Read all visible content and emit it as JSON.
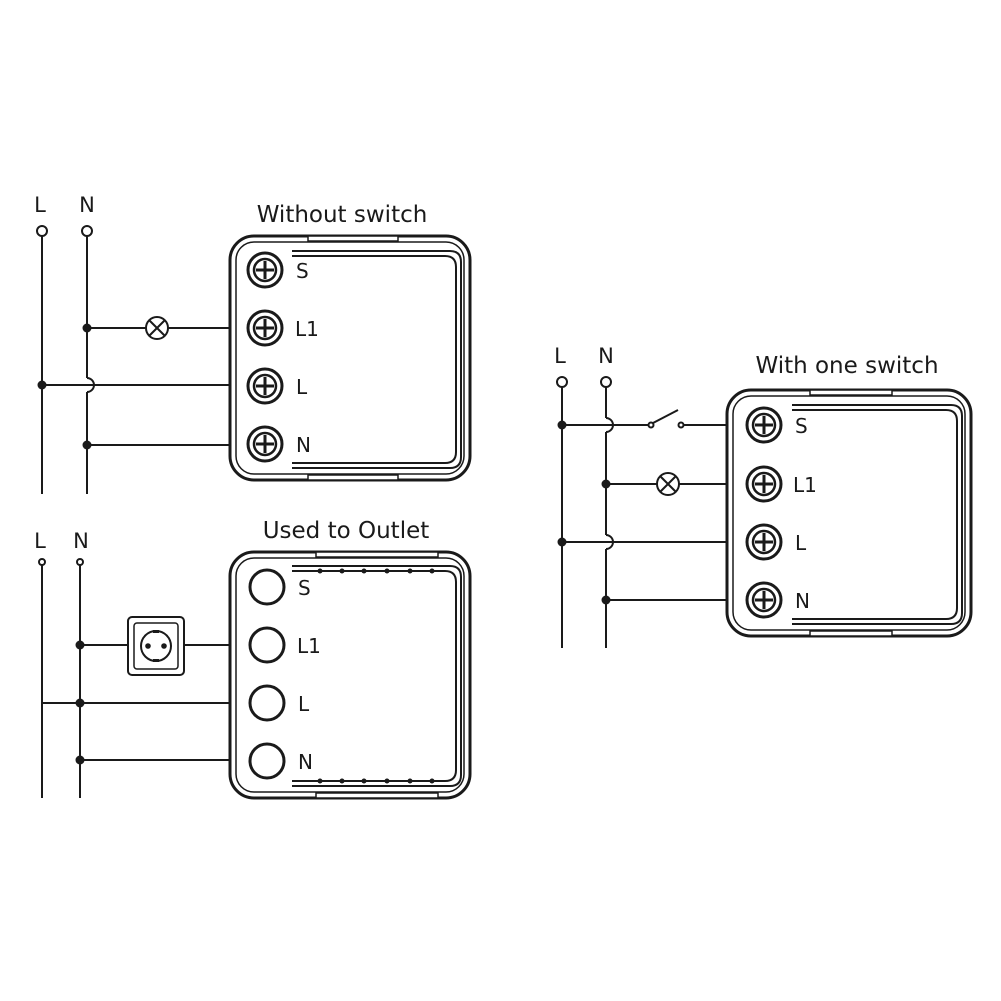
{
  "diagrams": [
    {
      "id": "without-switch",
      "title": "Without switch",
      "bus_labels": [
        "L",
        "N"
      ],
      "terminals": [
        "S",
        "L1",
        "L",
        "N"
      ],
      "load": "lamp"
    },
    {
      "id": "used-to-outlet",
      "title": "Used to Outlet",
      "bus_labels": [
        "L",
        "N"
      ],
      "terminals": [
        "S",
        "L1",
        "L",
        "N"
      ],
      "load": "outlet"
    },
    {
      "id": "with-one-switch",
      "title": "With one switch",
      "bus_labels": [
        "L",
        "N"
      ],
      "terminals": [
        "S",
        "L1",
        "L",
        "N"
      ],
      "load": "lamp",
      "control": "switch"
    }
  ],
  "colors": {
    "line": "#1a1a1a",
    "background": "#ffffff"
  }
}
